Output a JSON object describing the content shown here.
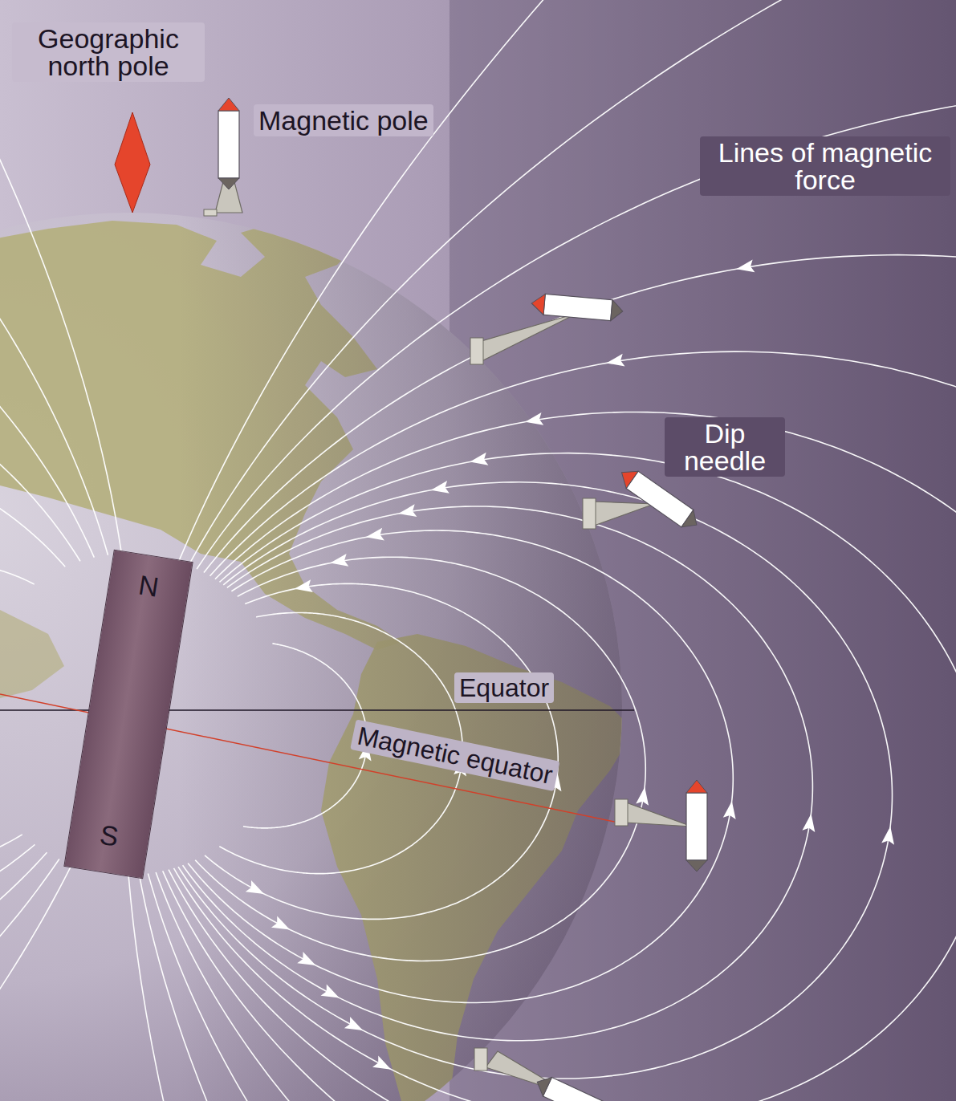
{
  "diagram": {
    "nodes": [
      {
        "text": [
          "N",
          "S"
        ]
      }
    ],
    "labels": [
      "Geographic north pole",
      "Magnetic pole",
      "Lines of magnetic force",
      "Dip needle",
      "Equator",
      "Magnetic equator"
    ]
  }
}
